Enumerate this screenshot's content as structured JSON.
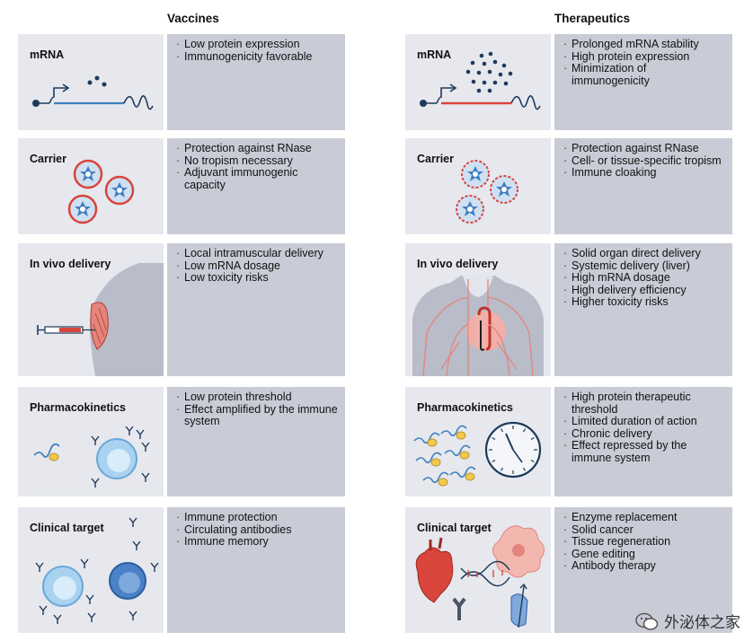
{
  "columns": {
    "vaccines": "Vaccines",
    "therapeutics": "Therapeutics"
  },
  "rows": [
    {
      "label": "mRNA",
      "vaccines": [
        "Low protein expression",
        "Immunogenicity favorable"
      ],
      "therapeutics": [
        "Prolonged mRNA stability",
        "High protein expression",
        "Minimization of immunogenicity"
      ]
    },
    {
      "label": "Carrier",
      "vaccines": [
        "Protection against RNase",
        "No tropism necessary",
        "Adjuvant immunogenic capacity"
      ],
      "therapeutics": [
        "Protection against RNase",
        "Cell- or tissue-specific tropism",
        "Immune cloaking"
      ]
    },
    {
      "label": "In vivo delivery",
      "vaccines": [
        "Local intramuscular delivery",
        "Low mRNA dosage",
        "Low toxicity risks"
      ],
      "therapeutics": [
        "Solid organ direct delivery",
        "Systemic delivery (liver)",
        "High mRNA dosage",
        "High delivery efficiency",
        "Higher toxicity risks"
      ]
    },
    {
      "label": "Pharmacokinetics",
      "vaccines": [
        "Low protein threshold",
        "Effect amplified by the immune system"
      ],
      "therapeutics": [
        "High protein therapeutic threshold",
        "Limited duration of action",
        "Chronic delivery",
        "Effect repressed by the immune system"
      ]
    },
    {
      "label": "Clinical target",
      "vaccines": [
        "Immune protection",
        "Circulating antibodies",
        "Immune memory"
      ],
      "therapeutics": [
        "Enzyme replacement",
        "Solid cancer",
        "Tissue regeneration",
        "Gene editing",
        "Antibody therapy"
      ]
    }
  ],
  "watermark": "外泌体之家",
  "colors": {
    "panel": "#e6e8ee",
    "notes": "#c9ccd6",
    "red": "#d9453a",
    "blue": "#3f7fbf",
    "navy": "#1f3a5a"
  }
}
